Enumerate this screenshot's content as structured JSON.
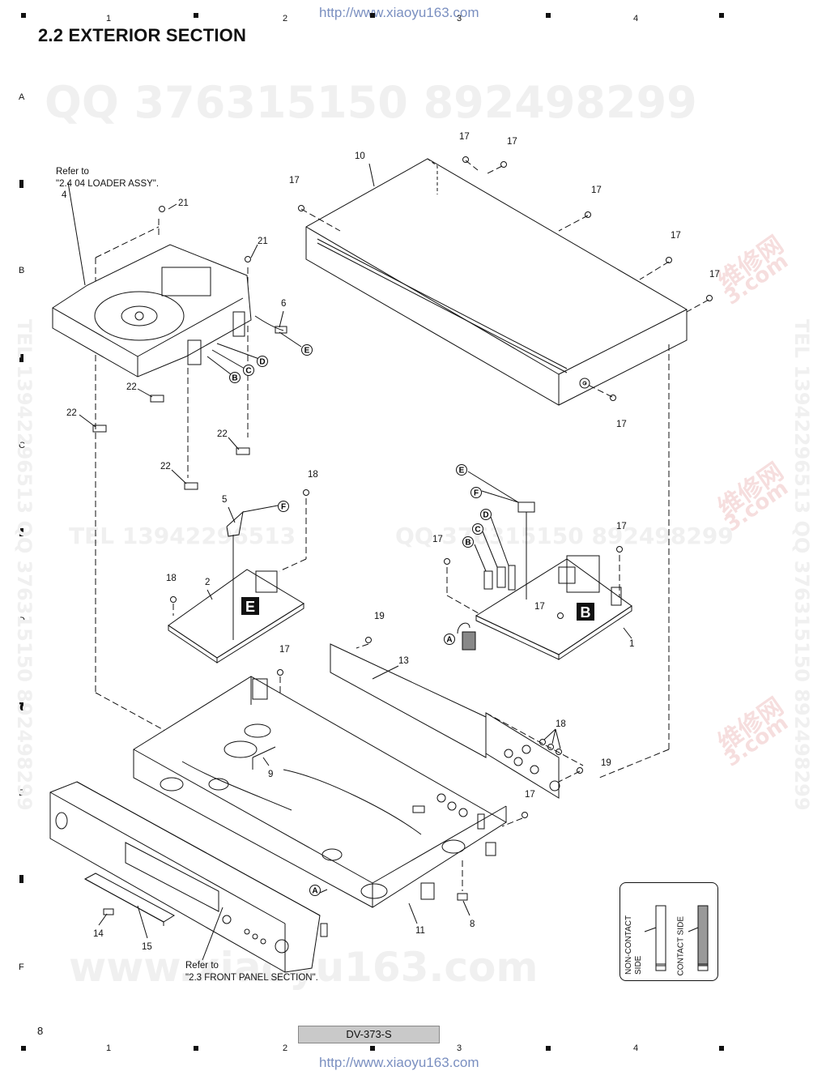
{
  "header": {
    "url_top": "http://www.xiaoyu163.com",
    "url_bottom": "http://www.xiaoyu163.com",
    "title": "2.2  EXTERIOR SECTION"
  },
  "grid": {
    "columns": [
      "1",
      "2",
      "3",
      "4"
    ],
    "rows": [
      "A",
      "B",
      "C",
      "D",
      "E",
      "F"
    ]
  },
  "watermarks": {
    "qq_top": "QQ 376315150    892498299",
    "tel_mid": "TEL  13942296513",
    "qq_mid": "QQ  376315150   892498299",
    "vertical_left": "TEL  13942296513   QQ  376315150   892498299",
    "vertical_right": "TEL  13942296513   QQ  376315150   892498299",
    "bottom": "www.xiaoyu163.com",
    "brand_1": "维修网",
    "brand_2": "3.com"
  },
  "notes": {
    "loader_ref_line1": "Refer to",
    "loader_ref_line2": "\"2.4 04 LOADER ASSY\".",
    "front_ref_line1": "Refer to",
    "front_ref_line2": "\"2.3 FRONT PANEL SECTION\"."
  },
  "part_labels": {
    "p1": "1",
    "p2": "2",
    "p4": "4",
    "p5": "5",
    "p6": "6",
    "p8": "8",
    "p9": "9",
    "p10": "10",
    "p11": "11",
    "p13": "13",
    "p14": "14",
    "p15": "15",
    "p17": "17",
    "p18": "18",
    "p19": "19",
    "p21": "21",
    "p22": "22"
  },
  "connectors": {
    "A": "A",
    "B": "B",
    "C": "C",
    "D": "D",
    "E": "E",
    "F": "F"
  },
  "boards": {
    "board_E": "E",
    "board_B": "B"
  },
  "legend": {
    "non_contact_line1": "NON-CONTACT",
    "non_contact_line2": "SIDE",
    "contact": "CONTACT SIDE"
  },
  "footer": {
    "page_number": "8",
    "model": "DV-373-S"
  }
}
